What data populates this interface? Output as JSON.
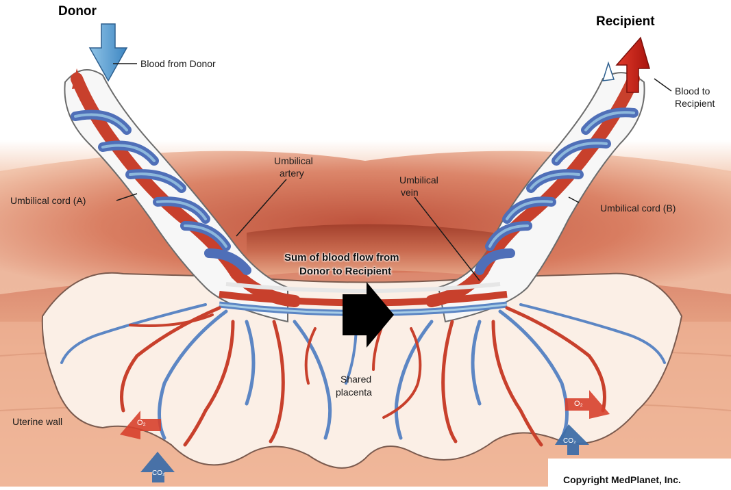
{
  "labels": {
    "donor": "Donor",
    "recipient": "Recipient",
    "blood_from_donor": "Blood from Donor",
    "blood_to_recipient_line1": "Blood to",
    "blood_to_recipient_line2": "Recipient",
    "umbilical_cord_a": "Umbilical cord (A)",
    "umbilical_cord_b": "Umbilical cord (B)",
    "umbilical_artery_line1": "Umbilical",
    "umbilical_artery_line2": "artery",
    "umbilical_vein_line1": "Umbilical",
    "umbilical_vein_line2": "vein",
    "sum_flow_line1": "Sum of blood flow from",
    "sum_flow_line2": "Donor to Recipient",
    "shared_placenta_line1": "Shared",
    "shared_placenta_line2": "placenta",
    "uterine_wall": "Uterine wall",
    "o2_left": "O₂",
    "o2_right": "O₂",
    "co2_left": "CO₂",
    "co2_right": "CO₂",
    "copyright": "Copyright MedPlanet, Inc."
  },
  "colors": {
    "artery_red": "#c8402c",
    "vein_blue": "#4f6fb8",
    "vein_light_blue": "#8db8dc",
    "tissue": "#e7a07c",
    "uterine": "#f0b494",
    "cord_white": "#f7f7f7",
    "flow_arrow": "#000000"
  }
}
